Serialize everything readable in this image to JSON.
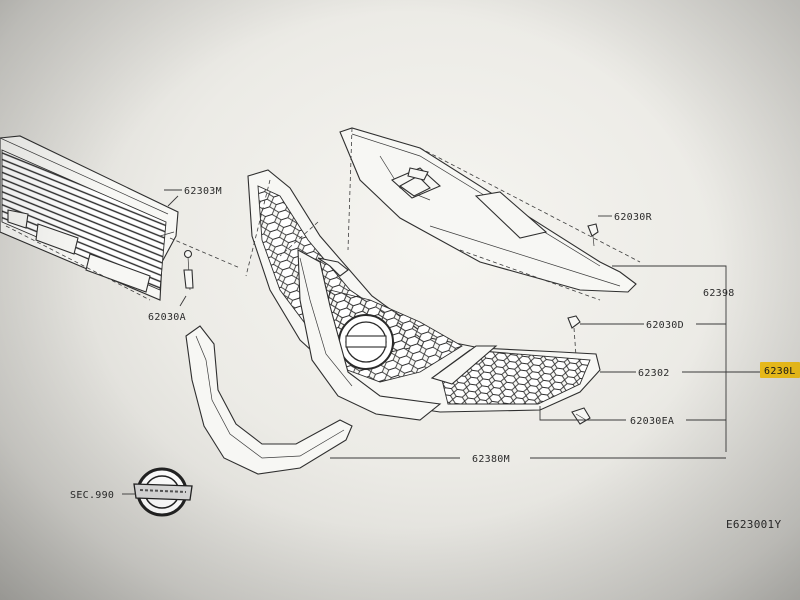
{
  "diagram": {
    "drawing_code": "E623001Y",
    "parts": [
      {
        "id": "p_62303M",
        "label": "62303M"
      },
      {
        "id": "p_62030A",
        "label": "62030A"
      },
      {
        "id": "p_62030R",
        "label": "62030R"
      },
      {
        "id": "p_62398",
        "label": "62398"
      },
      {
        "id": "p_62030D",
        "label": "62030D"
      },
      {
        "id": "p_62302",
        "label": "62302"
      },
      {
        "id": "p_6230L",
        "label": "6230L",
        "highlight": "#f2c21b"
      },
      {
        "id": "p_62030EA",
        "label": "62030EA"
      },
      {
        "id": "p_62380M",
        "label": "62380M"
      },
      {
        "id": "p_SEC990",
        "label": "SEC.990"
      }
    ]
  }
}
